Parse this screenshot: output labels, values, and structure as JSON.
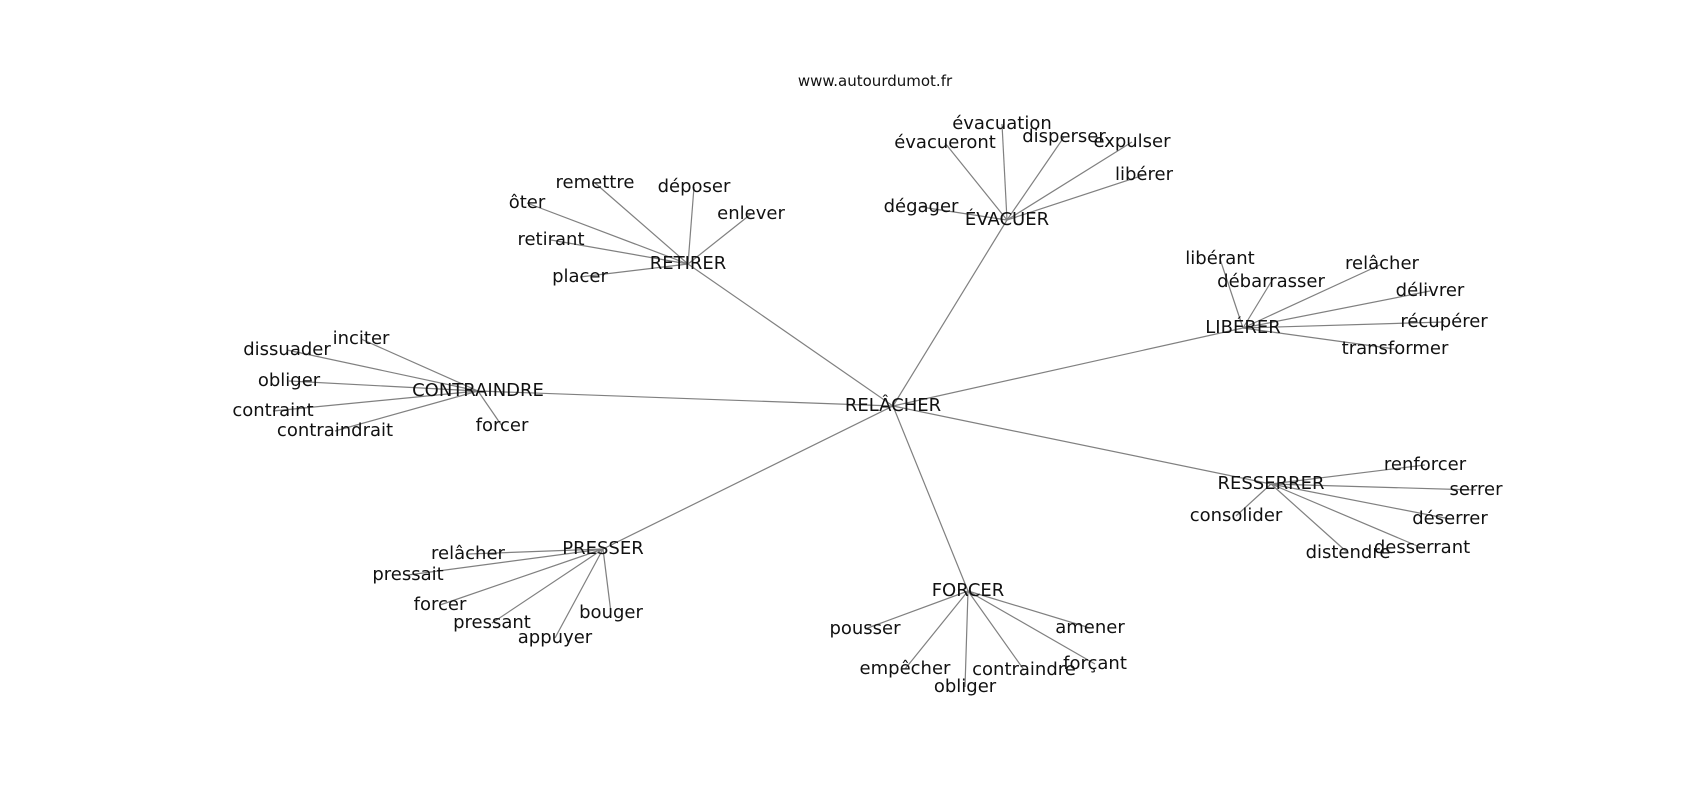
{
  "source": "www.autourdumot.fr",
  "center": "RELÂCHER",
  "clusters": [
    {
      "name": "ÉVACUER",
      "words": [
        "évacuation",
        "évacueront",
        "disperser",
        "expulser",
        "libérer",
        "dégager"
      ]
    },
    {
      "name": "RETIRER",
      "words": [
        "remettre",
        "déposer",
        "ôter",
        "enlever",
        "retirant",
        "placer"
      ]
    },
    {
      "name": "LIBÉRER",
      "words": [
        "libérant",
        "débarrasser",
        "relâcher",
        "délivrer",
        "récupérer",
        "transformer"
      ]
    },
    {
      "name": "CONTRAINDRE",
      "words": [
        "inciter",
        "dissuader",
        "obliger",
        "contraint",
        "contraindrait",
        "forcer"
      ]
    },
    {
      "name": "RESSERRER",
      "words": [
        "renforcer",
        "serrer",
        "consolider",
        "déserrer",
        "desserrant",
        "distendre"
      ]
    },
    {
      "name": "PRESSER",
      "words": [
        "relâcher",
        "pressait",
        "forcer",
        "pressant",
        "appuyer",
        "bouger"
      ]
    },
    {
      "name": "FORCER",
      "words": [
        "pousser",
        "amener",
        "empêcher",
        "forçant",
        "contraindre",
        "obliger"
      ]
    }
  ]
}
